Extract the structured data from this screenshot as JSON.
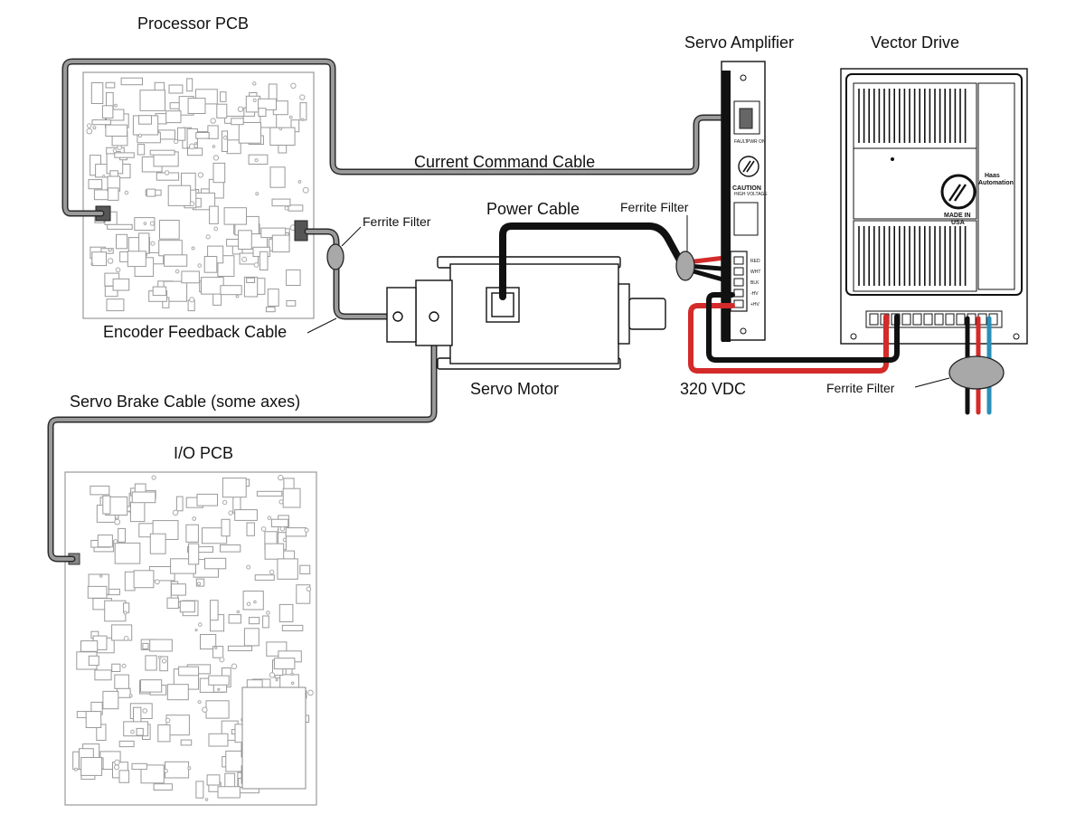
{
  "labels": {
    "processor_pcb": "Processor PCB",
    "servo_amplifier": "Servo Amplifier",
    "vector_drive": "Vector Drive",
    "current_command_cable": "Current Command Cable",
    "power_cable": "Power Cable",
    "ferrite_filter_encoder": "Ferrite Filter",
    "ferrite_filter_power": "Ferrite Filter",
    "ferrite_filter_drive": "Ferrite Filter",
    "encoder_feedback_cable": "Encoder Feedback Cable",
    "servo_motor": "Servo Motor",
    "voltage": "320 VDC",
    "servo_brake_cable": "Servo Brake Cable (some axes)",
    "io_pcb": "I/O PCB"
  },
  "amplifier": {
    "fault": "FAULT",
    "pwr_on": "PWR ON",
    "caution": "CAUTION",
    "high_voltage": "HIGH VOLTAGE",
    "terminals": [
      "RED",
      "WHT",
      "BLK",
      "-HV",
      "+HV"
    ]
  },
  "vector_drive_badge": {
    "brand_line1": "Haas",
    "brand_line2": "Automation",
    "made_in": "MADE IN",
    "country": "USA"
  },
  "colors": {
    "cable_gray": "#9a9a9a",
    "wire_red": "#d42a2a",
    "wire_black": "#111111",
    "wire_blue": "#2a8fb8",
    "ferrite_gray": "#a8a8a8"
  }
}
